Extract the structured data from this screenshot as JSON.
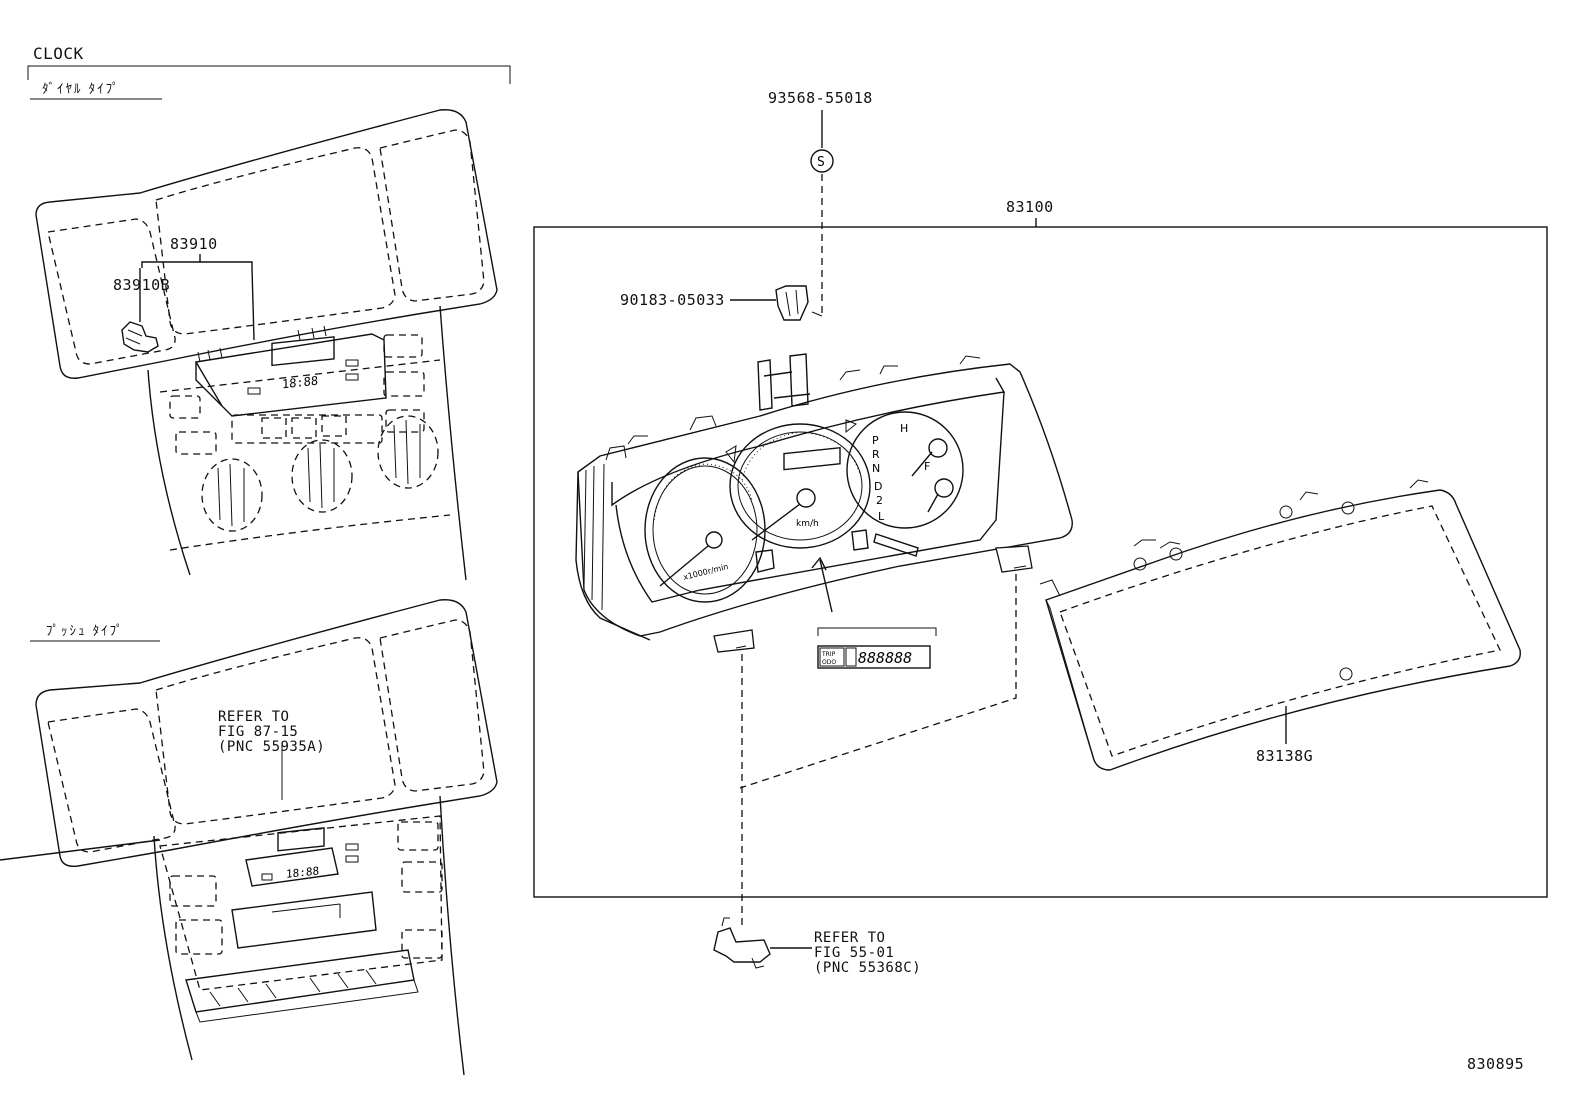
{
  "section": {
    "title": "CLOCK",
    "dial_type_label": "ﾀﾞｲﾔﾙ ﾀｲﾌﾟ",
    "push_type_label": "ﾌﾟｯｼｭ ﾀｲﾌﾟ"
  },
  "parts": {
    "clock_assy": "83910",
    "clock_bulb": "83910B",
    "meter_assy": "83100",
    "clip_upper": "93568-55018",
    "bulb_socket": "90183-05033",
    "meter_glass": "83138G",
    "screw_symbol": "S"
  },
  "references": {
    "push_clock": [
      "REFER TO",
      "FIG 87-15",
      "(PNC 55935A)"
    ],
    "bracket": [
      "REFER TO",
      "FIG 55-01",
      "(PNC 55368C)"
    ]
  },
  "displays": {
    "clock_display": "18:88",
    "odo_trip_top": "TRIP",
    "odo_trip_bottom": "ODO",
    "odo_digits": "888888",
    "tacho_unit": "x1000r/min",
    "speedo_unit": "km/h",
    "gear_letters": [
      "P",
      "R",
      "N",
      "D",
      "2",
      "L"
    ],
    "temp_mark": "H",
    "fuel_mark": "F"
  },
  "figure_number": "830895"
}
